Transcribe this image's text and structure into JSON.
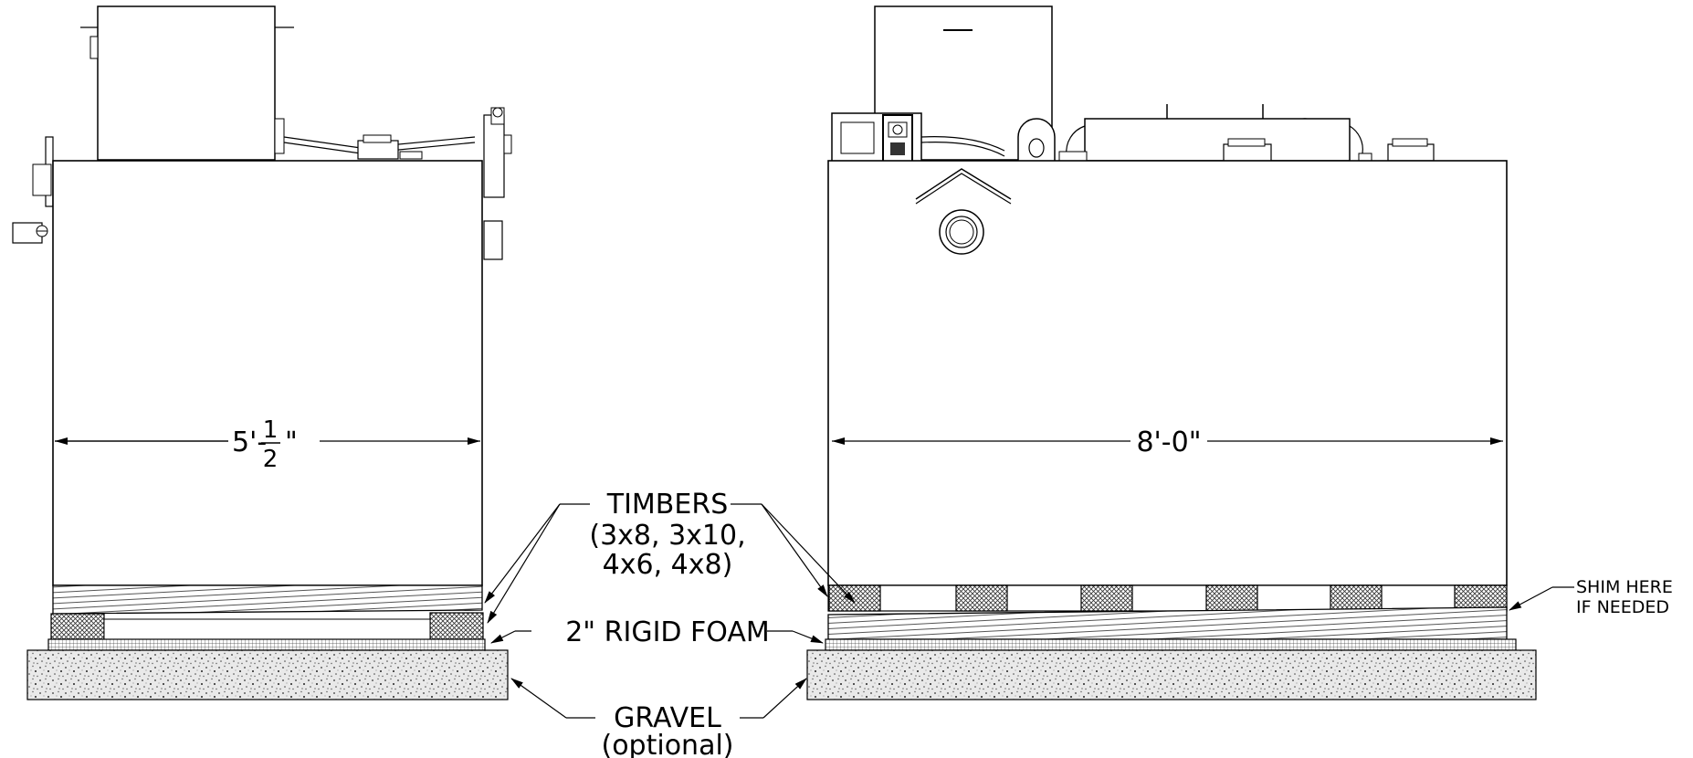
{
  "labels": {
    "timbers": "TIMBERS",
    "timbers_sizes_1": "(3x8, 3x10,",
    "timbers_sizes_2": "4x6, 4x8)",
    "rigid_foam": "2\" RIGID FOAM",
    "gravel": "GRAVEL",
    "gravel_note": "(optional)",
    "shim_1": "SHIM HERE",
    "shim_2": "IF NEEDED"
  },
  "dimensions": {
    "left_width_feet": "5'-",
    "left_width_num": "1",
    "left_width_den": "2",
    "left_width_inch": "\"",
    "right_width": "8'-0\""
  },
  "colors": {
    "line": "#000000",
    "background": "#ffffff"
  }
}
